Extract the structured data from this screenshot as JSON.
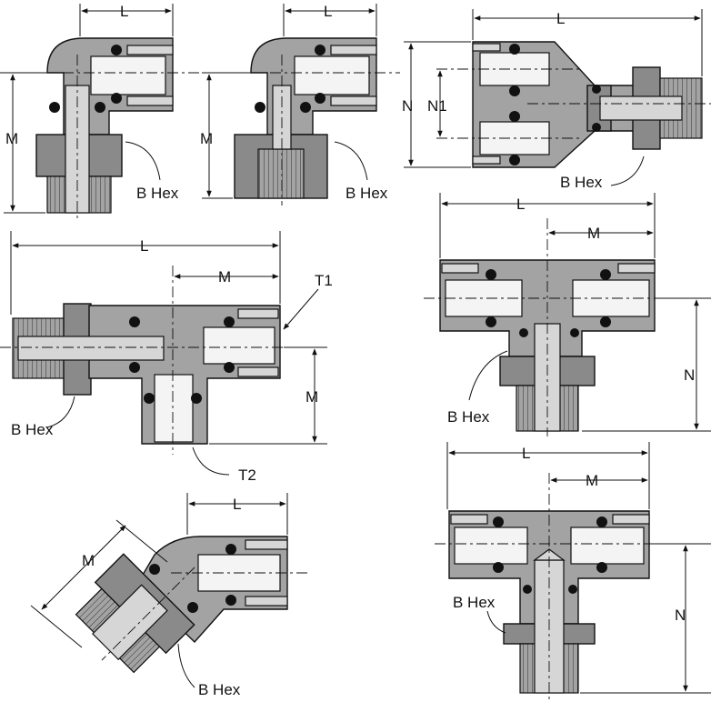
{
  "labels": {
    "L": "L",
    "M": "M",
    "N": "N",
    "N1": "N1",
    "b_hex": "B Hex",
    "T1": "T1",
    "T2": "T2"
  },
  "colors": {
    "body": "#a3a3a3",
    "hex": "#8a8a8a",
    "bore": "#d6d6d6",
    "ink": "#111111"
  }
}
